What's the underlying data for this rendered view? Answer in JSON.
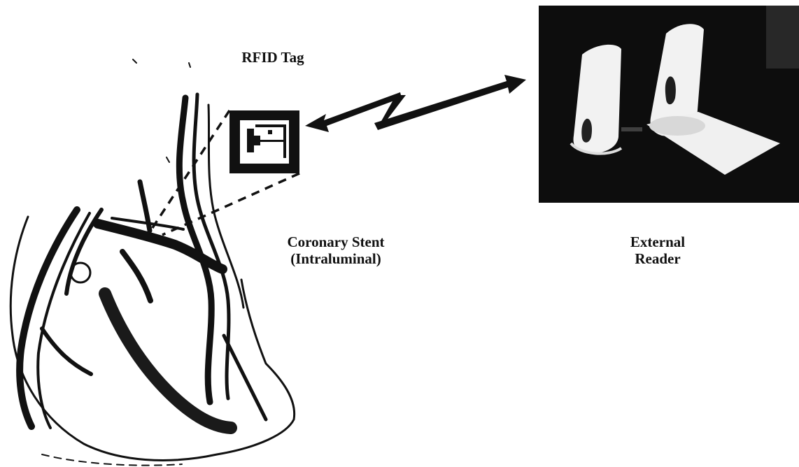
{
  "labels": {
    "rfid_tag": "RFID Tag",
    "stent_line1": "Coronary Stent",
    "stent_line2": "(Intraluminal)",
    "reader_line1": "External",
    "reader_line2": "Reader"
  },
  "colors": {
    "ink": "#111111",
    "reader_photo_bg": "#0d0d0d",
    "reader_device": "#f2f2f2"
  },
  "icons": {
    "heart": "heart-illustration",
    "tag": "rfid-tag-chip",
    "link": "wireless-link-arrow",
    "reader": "reader-device-photo"
  }
}
